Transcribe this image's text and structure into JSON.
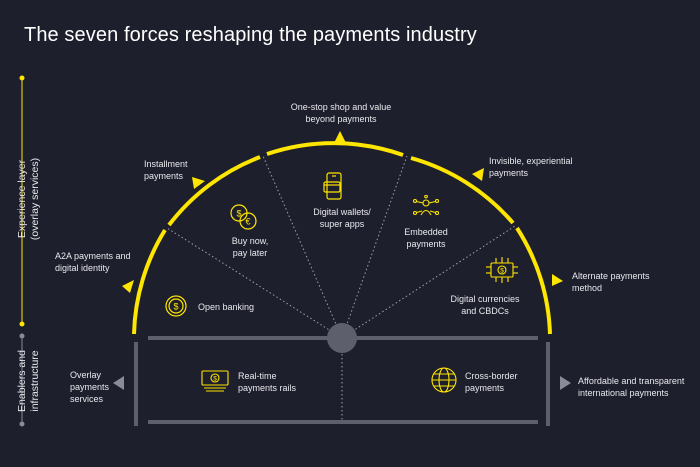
{
  "title": "The seven forces reshaping the payments industry",
  "colors": {
    "background": "#1e1f2c",
    "accent": "#ffe600",
    "structure": "#5e5f6c",
    "icon": "#ffe600"
  },
  "axis_labels": {
    "experience": [
      "Experience layer",
      "(overlay services)"
    ],
    "enablers": [
      "Enablers and",
      "infrastructure"
    ]
  },
  "outer_labels": {
    "a2a": [
      "A2A payments and",
      "digital identity"
    ],
    "installment": [
      "Installment",
      "payments"
    ],
    "one_stop": [
      "One-stop shop and value",
      "beyond payments"
    ],
    "invisible": [
      "Invisible, experiential",
      "payments"
    ],
    "alternate": [
      "Alternate payments",
      "method"
    ],
    "overlay": [
      "Overlay",
      "payments",
      "services"
    ],
    "affordable": [
      "Affordable and transparent",
      "international payments"
    ]
  },
  "segments": {
    "open_banking": {
      "label": [
        "Open banking"
      ],
      "icon": "coin-icon"
    },
    "bnpl": {
      "label": [
        "Buy now,",
        "pay later"
      ],
      "icon": "currency-exchange-icon"
    },
    "wallets": {
      "label": [
        "Digital wallets/",
        "super apps"
      ],
      "icon": "mobile-wallet-icon"
    },
    "embedded": {
      "label": [
        "Embedded",
        "payments"
      ],
      "icon": "network-person-icon"
    },
    "digital_currency": {
      "label": [
        "Digital currencies",
        "and CBDCs"
      ],
      "icon": "circuit-banknote-icon"
    }
  },
  "infrastructure": {
    "realtime": {
      "label": [
        "Real-time",
        "payments rails"
      ],
      "icon": "banknote-stack-icon"
    },
    "crossborder": {
      "label": [
        "Cross-border",
        "payments"
      ],
      "icon": "globe-icon"
    }
  }
}
